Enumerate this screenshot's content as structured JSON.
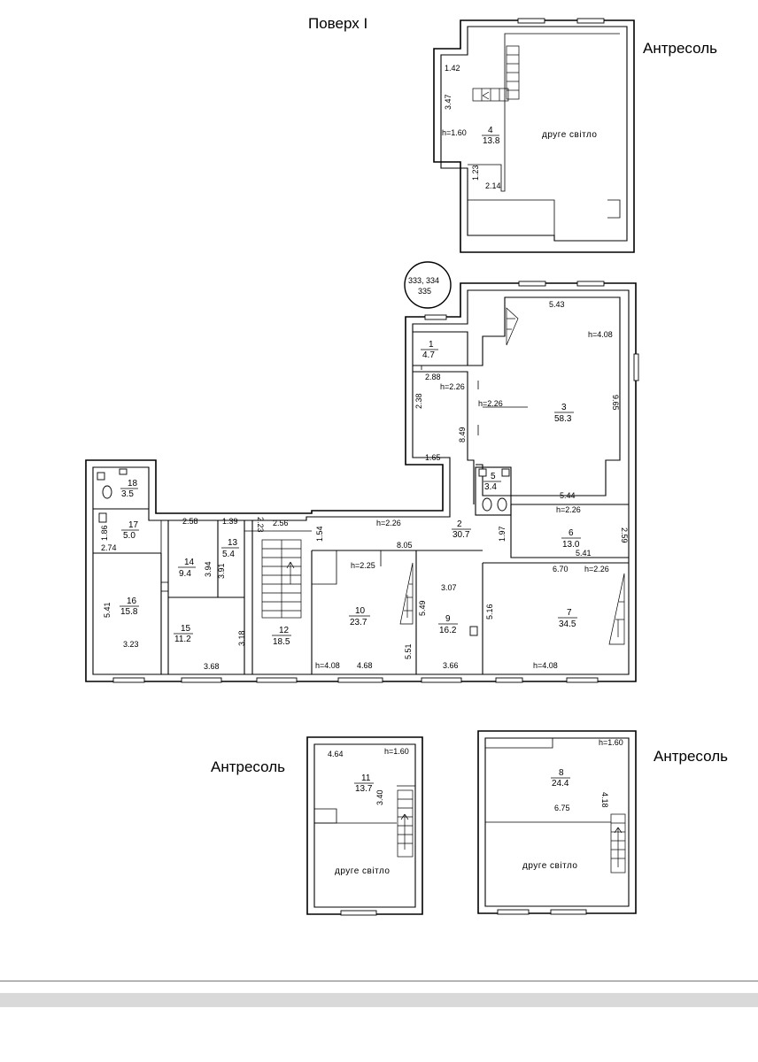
{
  "labels": {
    "floor_title": "Поверх І",
    "mezz_top": "Антресоль",
    "mezz_left": "Антресоль",
    "mezz_right": "Антресоль",
    "second_light": "друге світло",
    "plot_no": [
      "333, 334",
      "335"
    ]
  },
  "rooms": [
    {
      "id": "1",
      "area": "4.7"
    },
    {
      "id": "2",
      "area": "30.7"
    },
    {
      "id": "3",
      "area": "58.3"
    },
    {
      "id": "4",
      "area": "13.8"
    },
    {
      "id": "5",
      "area": "3.4"
    },
    {
      "id": "6",
      "area": "13.0"
    },
    {
      "id": "7",
      "area": "34.5"
    },
    {
      "id": "8",
      "area": "24.4"
    },
    {
      "id": "9",
      "area": "16.2"
    },
    {
      "id": "10",
      "area": "23.7"
    },
    {
      "id": "11",
      "area": "13.7"
    },
    {
      "id": "12",
      "area": "18.5"
    },
    {
      "id": "13",
      "area": "5.4"
    },
    {
      "id": "14",
      "area": "9.4"
    },
    {
      "id": "15",
      "area": "11.2"
    },
    {
      "id": "16",
      "area": "15.8"
    },
    {
      "id": "17",
      "area": "5.0"
    },
    {
      "id": "18",
      "area": "3.5"
    }
  ],
  "dims": {
    "top_142": "1.42",
    "top_347": "3.47",
    "top_h160": "h=1.60",
    "top_123": "1.23",
    "top_214": "2.14",
    "d543": "5.43",
    "h408a": "h=4.08",
    "d965": "9.65",
    "d288": "2.88",
    "h226a": "h=2.26",
    "d238": "2.38",
    "h226b": "h=2.26",
    "d849": "8.49",
    "d165": "1.65",
    "d544": "5.44",
    "h226c": "h=2.26",
    "d259": "2.59",
    "d541": "5.41",
    "d197": "1.97",
    "h226d": "h=2.26",
    "d805": "8.05",
    "d670": "6.70",
    "h226e": "h=2.26",
    "d516": "5.16",
    "h408b": "h=4.08",
    "h225": "h=2.25",
    "d307": "3.07",
    "d549": "5.49",
    "d551": "5.51",
    "h408c": "h=4.08",
    "d468": "4.68",
    "d366": "3.66",
    "d258": "2.58",
    "d139": "1.39",
    "d223": "2.23",
    "d256": "2.56",
    "d154": "1.54",
    "d394": "3.94",
    "d391": "3.91",
    "d318": "3.18",
    "d368": "3.68",
    "d541b": "5.41",
    "d323": "3.23",
    "d186": "1.86",
    "d274": "2.74",
    "d464": "4.64",
    "h160b": "h=1.60",
    "d340": "3.40",
    "h160c": "h=1.60",
    "d675": "6.75",
    "d418": "4.18"
  }
}
